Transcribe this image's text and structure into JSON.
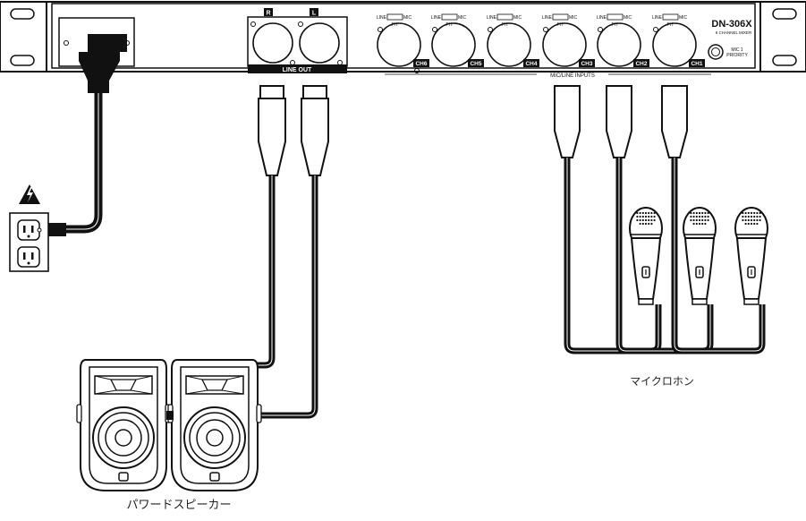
{
  "mixer": {
    "model": "DN-306X",
    "subtitle": "6 CHANNEL MIXER",
    "line_out_label": "LINE OUT",
    "out_r": "R",
    "out_l": "L",
    "switch_line": "LINE",
    "switch_mic": "MIC",
    "switch_ph": "PH",
    "inputs_label": "MIC/LINE INPUTS",
    "channels": [
      "CH6",
      "CH5",
      "CH4",
      "CH3",
      "CH2",
      "CH1"
    ],
    "priority_line1": "MIC 1",
    "priority_line2": "PRIORITY"
  },
  "labels": {
    "microphones": "マイクロホン",
    "speakers": "パワードスピーカー"
  },
  "colors": {
    "line": "#111111",
    "panel": "#ffffff"
  }
}
